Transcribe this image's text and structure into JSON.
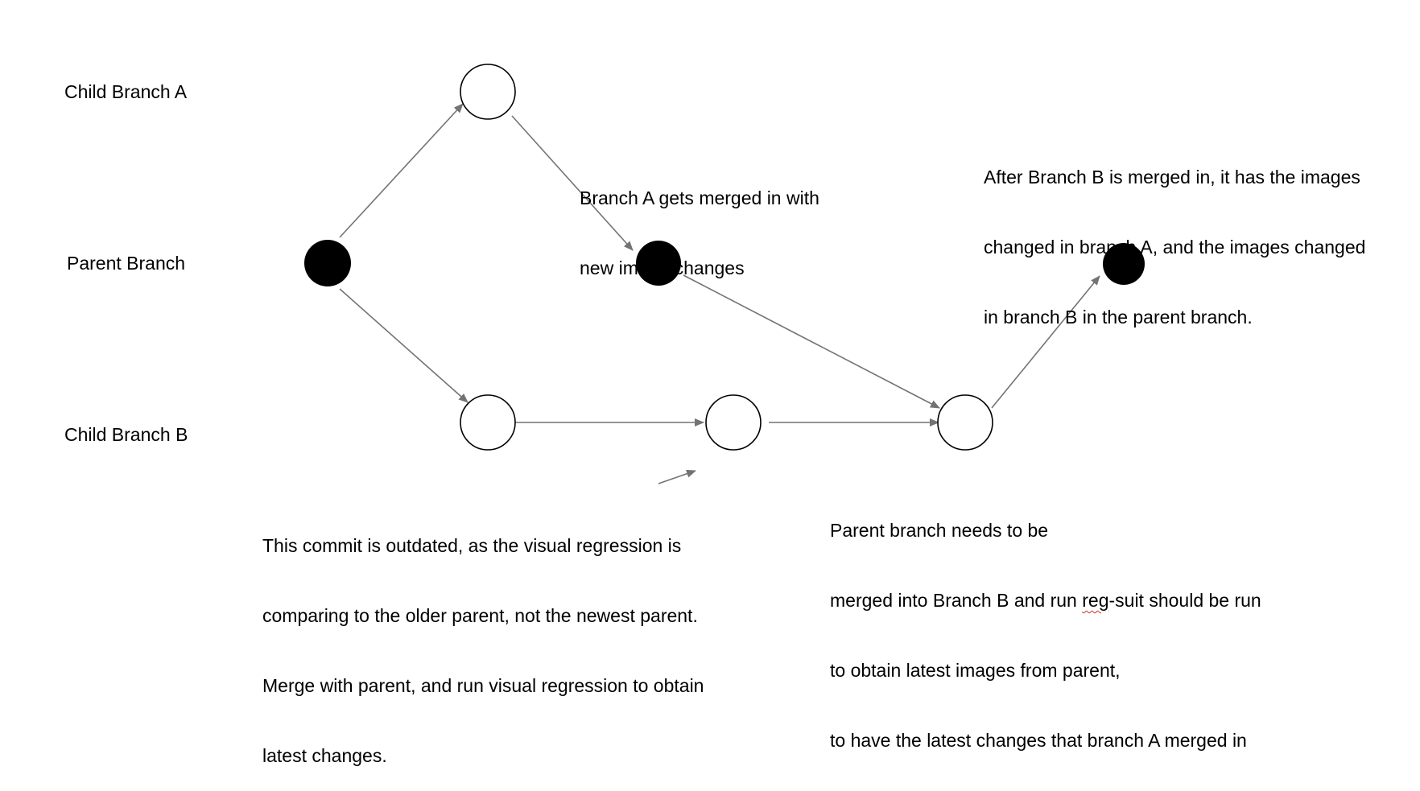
{
  "branches": {
    "child_a": "Child Branch A",
    "parent": "Parent Branch",
    "child_b": "Child Branch B"
  },
  "notes": {
    "branch_a_merge": [
      "Branch A gets merged in with",
      "new image changes"
    ],
    "after_b_merge": [
      "After Branch B is merged in, it has the images",
      "changed in branch A, and the images changed",
      "in branch B in the parent branch."
    ],
    "outdated_commit": [
      "This commit is outdated, as the visual regression is",
      "comparing to the older parent, not the newest parent.",
      "Merge with parent, and run visual regression to obtain",
      "latest changes."
    ],
    "parent_needs_merge": {
      "line1": "Parent branch needs to be",
      "line2_before": "merged into Branch B and run ",
      "line2_flagged": "reg",
      "line2_after": "-suit should be run",
      "line3": "to obtain latest images from parent,",
      "line4": "to have the latest changes that branch A merged in"
    }
  },
  "colors": {
    "filled_commit": "#000000",
    "open_commit_fill": "#ffffff",
    "outline": "#000000",
    "arrow": "#737373",
    "spellcheck_underline": "#d32f2f"
  }
}
